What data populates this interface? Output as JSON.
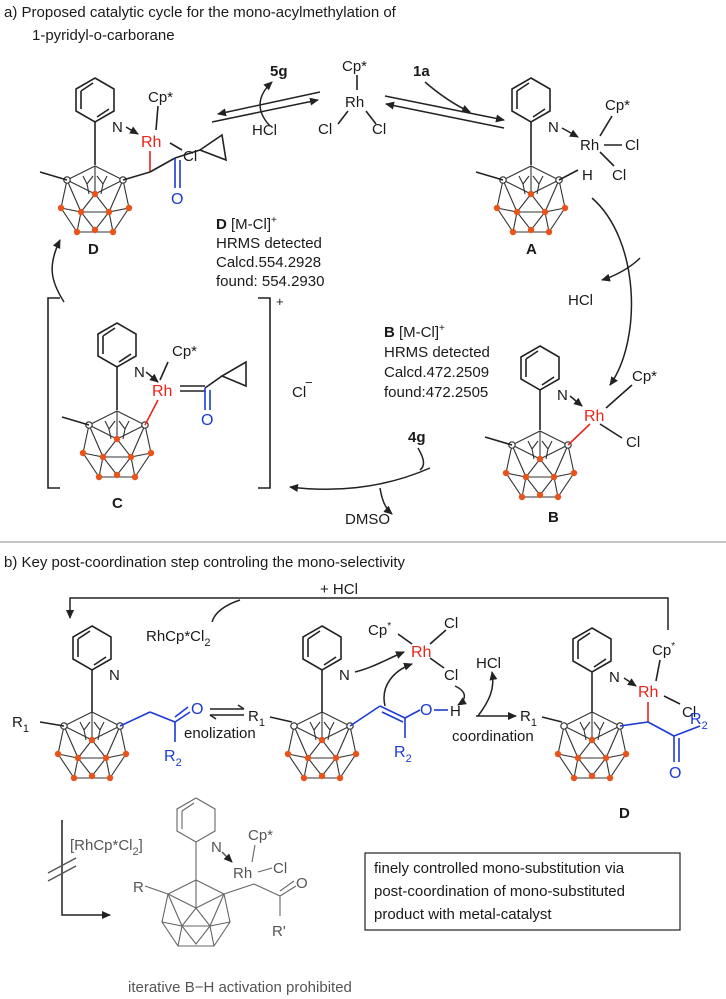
{
  "section_a": {
    "title_line1": "a) Proposed catalytic cycle for the mono-acylmethylation of",
    "title_line2": "1-pyridyl-o-carborane"
  },
  "catalyst": {
    "cp": "Cp*",
    "rh": "Rh",
    "cl1": "Cl",
    "cl2": "Cl"
  },
  "labels": {
    "five_g": "5g",
    "hcl_top": "HCl",
    "one_a": "1a",
    "hcl_right": "HCl",
    "four_g": "4g",
    "dmso": "DMSO",
    "A": "A",
    "B": "B",
    "C": "C",
    "D": "D"
  },
  "complexA": {
    "cp": "Cp*",
    "rh": "Rh",
    "cl1": "Cl",
    "cl2": "Cl",
    "h": "H",
    "n": "N"
  },
  "complexB": {
    "cp": "Cp*",
    "rh": "Rh",
    "cl": "Cl",
    "n": "N"
  },
  "complexC": {
    "cp": "Cp*",
    "rh": "Rh",
    "o": "O",
    "n": "N",
    "plus": "+",
    "cl_minus": "Cl",
    "minus": "−"
  },
  "complexD": {
    "cp": "Cp*",
    "rh": "Rh",
    "cl": "Cl",
    "o": "O",
    "n": "N"
  },
  "hrms_D": {
    "line1_bold": "D",
    "line1": "[M-Cl]",
    "sup": "+",
    "line2": "HRMS detected",
    "line3": "Calcd.554.2928",
    "line4": "found: 554.2930"
  },
  "hrms_B": {
    "line1_bold": "B",
    "line1": "[M-Cl]",
    "sup": "+",
    "line2": "HRMS detected",
    "line3": "Calcd.472.2509",
    "line4": "found:472.2505"
  },
  "section_b": {
    "title": "b) Key post-coordination step controling the mono-selectivity",
    "plus_hcl": "+ HCl",
    "rhcp": "RhCp*Cl",
    "rhcp_sub": "2",
    "enolization": "enolization",
    "coordination": "coordination",
    "hcl": "HCl",
    "r1": "R",
    "r1_sub": "1",
    "r2": "R",
    "r2_sub": "2",
    "o": "O",
    "oh_o": "O",
    "oh_h": "H",
    "n": "N",
    "cp": "Cp",
    "cp_star": "*",
    "rh": "Rh",
    "cl": "Cl",
    "D": "D"
  },
  "bottom": {
    "bracket_reagent": "[RhCp*Cl",
    "bracket_sub": "2",
    "bracket_close": "]",
    "r": "R",
    "r_prime": "R'",
    "o": "O",
    "n": "N",
    "cp": "Cp*",
    "rh": "Rh",
    "cl": "Cl",
    "caption": "iterative B−H activation prohibited",
    "box_line1": "finely controlled mono-substitution via",
    "box_line2": "post-coordination of mono-substituted",
    "box_line3": "product with metal-catalyst"
  }
}
